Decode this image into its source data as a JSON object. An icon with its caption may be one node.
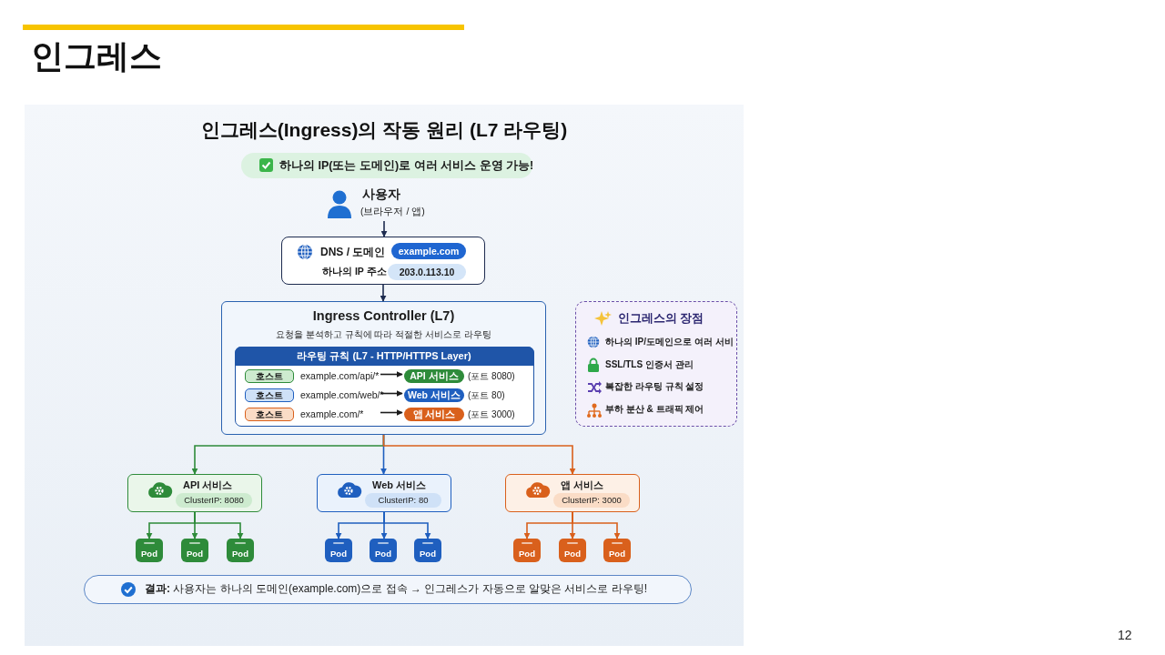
{
  "diagram": {
    "title": "인그레스",
    "nodes": [
      {
        "text": [
          "하나의 IP(또는 도메인)로 여러 서비스 운영 가능!"
        ]
      },
      {
        "text": [
          "사용자",
          "(브라우저 / 앱)"
        ]
      },
      {
        "text": [
          "DNS / 도메인",
          "example.com",
          "하나의 IP 주소",
          "203.0.113.10"
        ]
      },
      {
        "text": [
          "Ingress Controller (L7)",
          "요청을 분석하고 규칙에 따라 적절한 서비스로 라우팅"
        ]
      },
      {
        "text": [
          "라우팅 규칙 (L7 - HTTP/HTTPS Layer)"
        ],
        "in": 3
      },
      {
        "text": [
          "호스트"
        ],
        "in": 4
      },
      {
        "text": [
          "example.com/api/*"
        ],
        "in": 4
      },
      {
        "text": [
          "API 서비스"
        ],
        "in": 4,
        "beside": [
          "(포트 8080)"
        ]
      },
      {
        "text": [
          "호스트"
        ],
        "in": 4
      },
      {
        "text": [
          "example.com/web/*"
        ],
        "in": 4
      },
      {
        "text": [
          "Web 서비스"
        ],
        "in": 4,
        "beside": [
          "(포트 80)"
        ]
      },
      {
        "text": [
          "호스트"
        ],
        "in": 4
      },
      {
        "text": [
          "example.com/*"
        ],
        "in": 4
      },
      {
        "text": [
          "앱 서비스"
        ],
        "in": 4,
        "beside": [
          "(포트 3000)"
        ]
      },
      {
        "text": [
          "인그레스의 장점",
          "하나의 IP/도메인으로 여러 서비",
          "SSL/TLS 인증서 관리",
          "복잡한 라우팅 규칙 설정",
          "부하 분산 & 트래픽 제어"
        ]
      },
      {
        "text": [
          "API 서비스",
          "ClusterIP: 8080"
        ]
      },
      {
        "text": [
          "Web 서비스",
          "ClusterIP: 80"
        ]
      },
      {
        "text": [
          "앱 서비스",
          "ClusterIP: 3000"
        ]
      },
      {
        "text": [
          "Pod"
        ]
      },
      {
        "text": [
          "Pod"
        ]
      },
      {
        "text": [
          "Pod"
        ]
      },
      {
        "text": [
          "Pod"
        ]
      },
      {
        "text": [
          "Pod"
        ]
      },
      {
        "text": [
          "Pod"
        ]
      },
      {
        "text": [
          "Pod"
        ]
      },
      {
        "text": [
          "Pod"
        ]
      },
      {
        "text": [
          "Pod"
        ]
      },
      {
        "text": [
          "**결과:** 사용자는 하나의 도메인(example.com)으로 접속 → 인그레스가 자동으로 알맞은 서비스로 라우팅!"
        ]
      }
    ],
    "edges": [
      {
        "from": 1,
        "to": 2,
        "arrow": "to",
        "color": "#1d2b4f"
      },
      {
        "from": 2,
        "to": 3,
        "arrow": "to",
        "color": "#1d2b4f"
      },
      {
        "from": 6,
        "to": 7,
        "arrow": "to",
        "color": "#1b1b1b"
      },
      {
        "from": 9,
        "to": 10,
        "arrow": "to",
        "color": "#1b1b1b"
      },
      {
        "from": 12,
        "to": 13,
        "arrow": "to",
        "color": "#1b1b1b"
      },
      {
        "from": 3,
        "to": 15,
        "arrow": "to",
        "color": "#2e8b3a"
      },
      {
        "from": 3,
        "to": 16,
        "arrow": "to",
        "color": "#1f5fbf"
      },
      {
        "from": 3,
        "to": 17,
        "arrow": "to",
        "color": "#d9601c"
      },
      {
        "from": 15,
        "to": 18,
        "arrow": "to",
        "color": "#2e8b3a"
      },
      {
        "from": 15,
        "to": 19,
        "arrow": "to",
        "color": "#2e8b3a"
      },
      {
        "from": 15,
        "to": 20,
        "arrow": "to",
        "color": "#2e8b3a"
      },
      {
        "from": 16,
        "to": 21,
        "arrow": "to",
        "color": "#1f5fbf"
      },
      {
        "from": 16,
        "to": 22,
        "arrow": "to",
        "color": "#1f5fbf"
      },
      {
        "from": 16,
        "to": 23,
        "arrow": "to",
        "color": "#1f5fbf"
      },
      {
        "from": 17,
        "to": 24,
        "arrow": "to",
        "color": "#d9601c"
      },
      {
        "from": 17,
        "to": 25,
        "arrow": "to",
        "color": "#d9601c"
      },
      {
        "from": 17,
        "to": 26,
        "arrow": "to",
        "color": "#d9601c"
      }
    ],
    "labels": [
      "인그레스(Ingress)의 작동 원리 (L7 라우팅)",
      "12"
    ]
  }
}
